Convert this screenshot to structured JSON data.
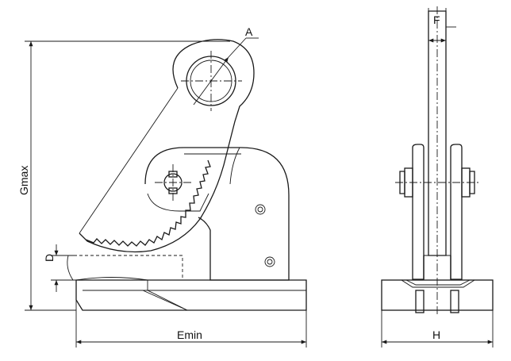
{
  "dimensions": {
    "a": "A",
    "d": "D",
    "f": "F",
    "gmax": "Gmax",
    "emin": "Emin",
    "h": "H"
  },
  "colors": {
    "line": "#1a1a1a",
    "background": "#ffffff"
  }
}
